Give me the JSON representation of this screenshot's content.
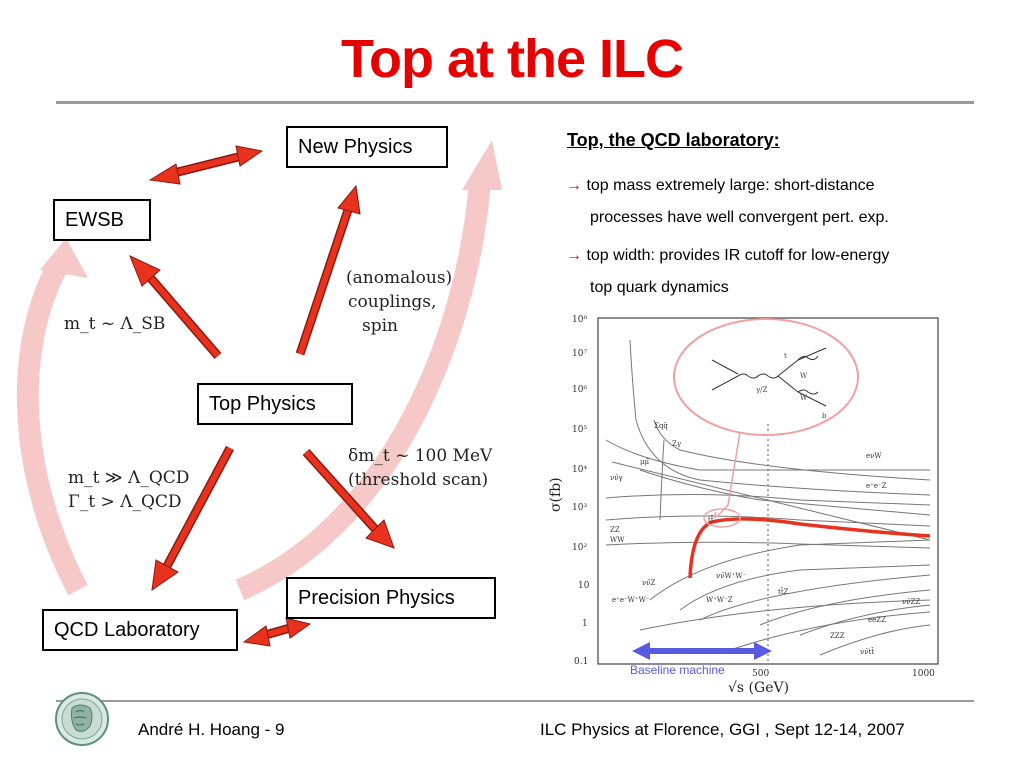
{
  "slide": {
    "title": "Top at the ILC"
  },
  "diagram": {
    "boxes": {
      "new_physics": "New Physics",
      "ewsb": "EWSB",
      "top_physics": "Top Physics",
      "qcd_laboratory": "QCD Laboratory",
      "precision_physics": "Precision Physics"
    },
    "labels": {
      "ewsb_relation": "m_t ~ Λ_SB",
      "anomalous_1": "(anomalous)",
      "anomalous_2": "couplings,",
      "anomalous_3": "spin",
      "qcd_relation_1": "m_t ≫ Λ_QCD",
      "qcd_relation_2": "Γ_t > Λ_QCD",
      "threshold_1": "δm_t ~ 100 MeV",
      "threshold_2": "(threshold scan)"
    },
    "colors": {
      "arrow": "#e8321e",
      "big_arrow": "#f7c8c8"
    }
  },
  "right_panel": {
    "heading": "Top, the QCD laboratory:",
    "bullets": [
      {
        "line1": "top mass extremely large: short-distance",
        "line2": "processes have well convergent pert. exp."
      },
      {
        "line1": "top width: provides IR cutoff for low-energy",
        "line2": "top quark dynamics"
      }
    ],
    "arrow_glyph": "→"
  },
  "plot": {
    "ylabel": "σ(fb)",
    "xlabel": "√s  (GeV)",
    "y_ticks": [
      "10⁸",
      "10⁷",
      "10⁶",
      "10⁵",
      "10⁴",
      "10³",
      "10²",
      "10",
      "1",
      "0.1"
    ],
    "x_ticks": [
      "500",
      "1000"
    ],
    "baseline_label": "Baseline machine",
    "curve_labels": [
      "Σqq̄",
      "Zγ",
      "ZZ",
      "WW",
      "νν̄γ",
      "μμ̄",
      "tt̄",
      "νν̄Z",
      "νν̄W⁺W⁻",
      "e⁺e⁻W⁺W⁻",
      "W⁺W⁻Z",
      "tt̄Z",
      "ZZZ",
      "eeZZ",
      "νν̄ZZ",
      "eνW",
      "e⁺e⁻Z",
      "νν̄tt̄"
    ]
  },
  "footer": {
    "author": "André H. Hoang  - 9",
    "event": "ILC Physics at Florence, GGI , Sept 12-14, 2007"
  }
}
